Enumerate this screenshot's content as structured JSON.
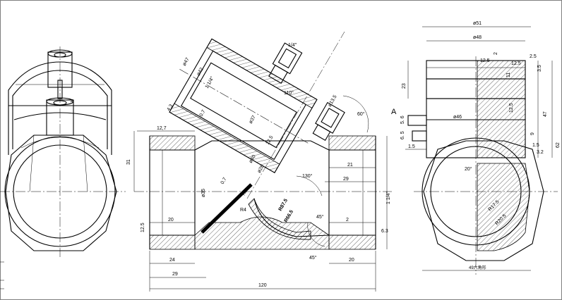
{
  "left_view": {
    "dims": {
      "small_d": "4"
    }
  },
  "front_view": {
    "dims": {
      "d47": "ø47",
      "d42": "ø42",
      "thread_top": "1 1/4\"",
      "d37": "ø37",
      "d40": "ø40",
      "d28": "ø28",
      "d13_5": "ø13.5",
      "quarter": "1/4\"",
      "a110": "110°",
      "a60": "60°",
      "a130": "130°",
      "a45a": "45°",
      "a45b": "45°",
      "w12_7": "12,7",
      "h31": "31",
      "d35": "ø35",
      "r12_5a": "12.5",
      "r12_5b": "12.5",
      "c0_7": "0.7",
      "r2a": "R2",
      "rR4": "R4",
      "r87_5": "R87.5",
      "r66_5": "R66.5",
      "thread_side": "1 1/4\"",
      "w21": "21",
      "w29r": "29",
      "w2": "2",
      "r6_3": "6.3",
      "w20a": "20",
      "w24": "24",
      "w29": "29",
      "w20b": "20",
      "w120": "120",
      "v4_3": "4.3",
      "v0_7": "0.7"
    }
  },
  "side_view": {
    "label_A": "A",
    "dims": {
      "d51": "ø51",
      "d48": "ø48",
      "d46": "ø46",
      "v2": "2",
      "r12_5a": "12.5",
      "r12_5b": "12.5",
      "r2_5": "2.5",
      "v3_5": "3.5",
      "v11": "11",
      "v23": "23",
      "v47": "47",
      "v62": "62",
      "v5_6": "5. 6",
      "v6_5": "6. 5",
      "v1_5a": "1.5",
      "v9": "9",
      "v1_5b": "1.5",
      "r3_2": "3.2",
      "r12_5c": "12.5",
      "a20": "20°",
      "r17_5": "R17.5",
      "r20_5": "R20.5",
      "hex": "49六角形"
    }
  }
}
